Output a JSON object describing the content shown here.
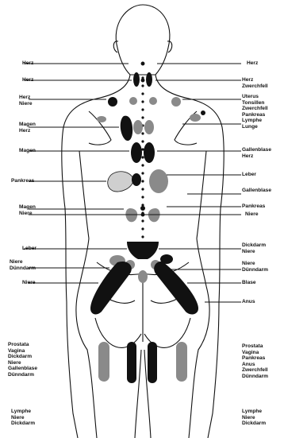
{
  "colors": {
    "ink": "#111111",
    "grey": "#8a8a8a",
    "light": "#cfcfcf",
    "paper": "#ffffff"
  },
  "labels_left": [
    "Herz",
    "Herz",
    "Herz\nNiere",
    "Magen\nHerz",
    "Magen",
    "Pankreas",
    "Magen\nNiere",
    "Leber",
    "Niere\nDünndarm",
    "Niere",
    "Prostata\nVagina\nDickdarm\nNiere\nGallenblase\nDünndarm",
    "Lymphe\nNiere\nDickdarm"
  ],
  "labels_right": [
    "Herz",
    "Herz\nZwerchfell",
    "Uterus\nTonsillen\nZwerchfell\nPankreas\nLymphe\nLunge",
    "Gallenblase\nHerz",
    "Leber",
    "Gallenblase",
    "Pankreas",
    "Niere",
    "Dickdarm\nNiere",
    "Niere\nDünndarm",
    "Blase",
    "Anus",
    "Prostata\nVagina\nPankreas\nAnus\nZwerchfell\nDünndarm",
    "Lymphe\nNiere\nDickdarm"
  ]
}
